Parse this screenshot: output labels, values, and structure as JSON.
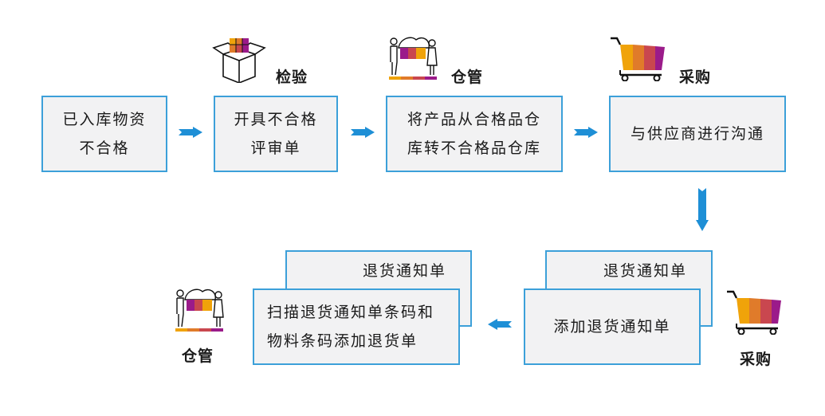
{
  "roles": {
    "inspection": "检验",
    "warehouse_top": "仓管",
    "procurement_top": "采购",
    "procurement_bottom": "采购",
    "warehouse_bottom": "仓管"
  },
  "steps": [
    {
      "lines": [
        "已入库物资",
        "不合格"
      ]
    },
    {
      "lines": [
        "开具不合格",
        "评审单"
      ]
    },
    {
      "lines": [
        "将产品从合格品仓",
        "库转不合格品仓库"
      ]
    },
    {
      "lines": [
        "与供应商进行沟通"
      ]
    },
    {
      "back_label": "退货通知单",
      "lines": [
        "添加退货通知单"
      ]
    },
    {
      "back_label": "退货通知单",
      "lines": [
        "扫描退货通知单条码和",
        "物料条码添加退货单"
      ]
    }
  ],
  "colors": {
    "box_border": "#3ca0d9",
    "box_fill": "#f2f2f3",
    "arrow": "#1e8fd6",
    "palette": [
      "#f0a30a",
      "#e07b2a",
      "#c9474f",
      "#9b1b8a"
    ]
  }
}
